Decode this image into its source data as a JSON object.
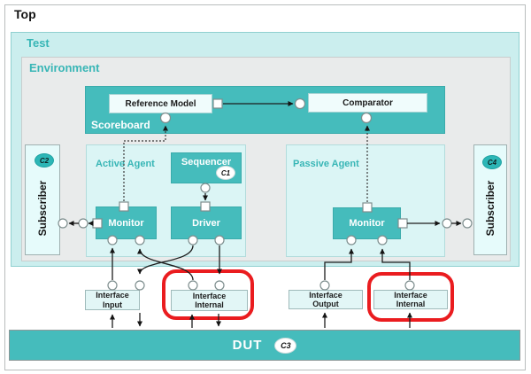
{
  "top": {
    "label": "Top"
  },
  "test": {
    "label": "Test"
  },
  "environment": {
    "label": "Environment"
  },
  "scoreboard": {
    "label": "Scoreboard",
    "reference_model": "Reference Model",
    "comparator": "Comparator"
  },
  "active_agent": {
    "label": "Active Agent",
    "sequencer": "Sequencer",
    "sequencer_badge": "C1",
    "driver": "Driver",
    "monitor": "Monitor"
  },
  "passive_agent": {
    "label": "Passive Agent",
    "monitor": "Monitor"
  },
  "subscribers": {
    "left": {
      "label": "Subscriber",
      "badge": "C2"
    },
    "right": {
      "label": "Subscriber",
      "badge": "C4"
    }
  },
  "interfaces": {
    "input": {
      "line1": "Interface",
      "line2": "Input"
    },
    "internal_left": {
      "line1": "Interface",
      "line2": "Internal"
    },
    "output": {
      "line1": "Interface",
      "line2": "Output"
    },
    "internal_right": {
      "line1": "Interface",
      "line2": "Internal"
    }
  },
  "dut": {
    "label": "DUT",
    "badge": "C3"
  },
  "colors": {
    "accent_teal": "#45bcbc",
    "badge_teal": "#2cb6b6",
    "label_teal": "#38b6b6",
    "highlight_red": "#ea1c1f"
  }
}
